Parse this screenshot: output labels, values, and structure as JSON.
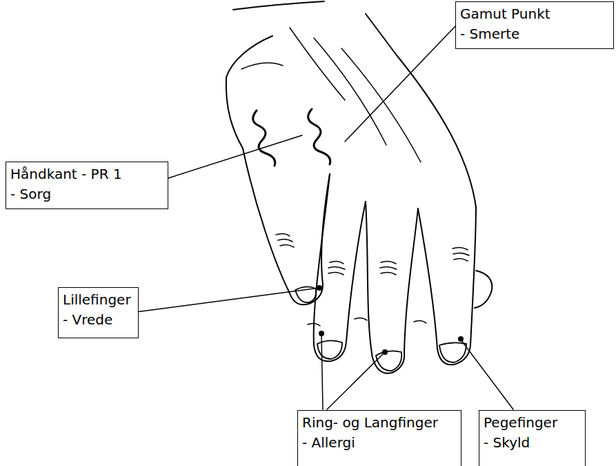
{
  "diagram": {
    "nodes": [
      {
        "text": [
          "Gamut Punkt",
          "- Smerte"
        ]
      },
      {
        "text": [
          "Håndkant - PR 1",
          "- Sorg"
        ]
      },
      {
        "text": [
          "Lillefinger",
          "- Vrede"
        ]
      },
      {
        "text": [
          "Ring- og Langfinger",
          "- Allergi"
        ]
      },
      {
        "text": [
          "Pegefinger",
          "- Skyld"
        ]
      }
    ]
  }
}
